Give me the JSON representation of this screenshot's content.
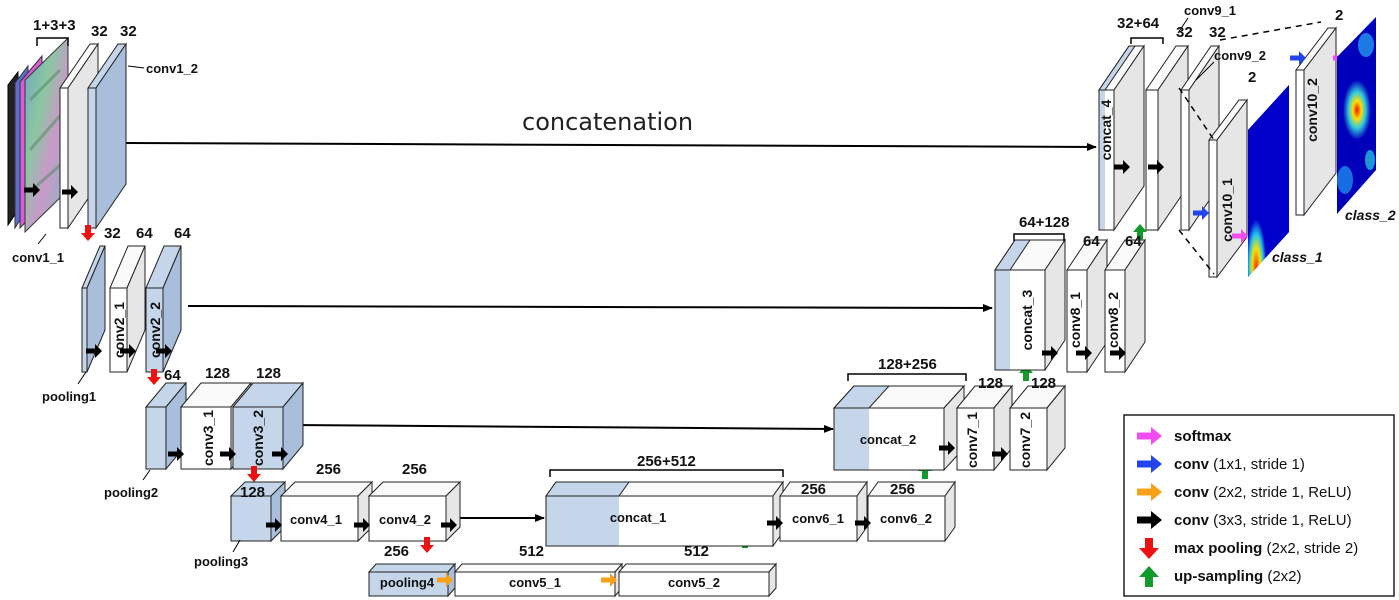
{
  "dims": {
    "input": "1+3+3",
    "conv1_1": "32",
    "conv1_2": "32",
    "pool1": "32",
    "conv2_1": "64",
    "conv2_2": "64",
    "pool2": "64",
    "conv3_1": "128",
    "conv3_2": "128",
    "pool3": "128",
    "conv4_1": "256",
    "conv4_2": "256",
    "pool4": "256",
    "conv5_1": "512",
    "conv5_2": "512",
    "concat_1": "256+512",
    "conv6_1": "256",
    "conv6_2": "256",
    "concat_2": "128+256",
    "conv7_1": "128",
    "conv7_2": "128",
    "concat_3": "64+128",
    "conv8_1": "64",
    "conv8_2": "64",
    "concat_4": "32+64",
    "conv9_1": "32",
    "conv9_2": "32",
    "conv10_1": "2",
    "conv10_2": "2"
  },
  "labels": {
    "conv1_1": "conv1_1",
    "conv1_2": "conv1_2",
    "conv2_1": "conv2_1",
    "conv2_2": "conv2_2",
    "conv3_1": "conv3_1",
    "conv3_2": "conv3_2",
    "conv4_1": "conv4_1",
    "conv4_2": "conv4_2",
    "conv5_1": "conv5_1",
    "conv5_2": "conv5_2",
    "conv6_1": "conv6_1",
    "conv6_2": "conv6_2",
    "conv7_1": "conv7_1",
    "conv7_2": "conv7_2",
    "conv8_1": "conv8_1",
    "conv8_2": "conv8_2",
    "conv9_1": "conv9_1",
    "conv9_2": "conv9_2",
    "conv10_1": "conv10_1",
    "conv10_2": "conv10_2",
    "pooling1": "pooling1",
    "pooling2": "pooling2",
    "pooling3": "pooling3",
    "pooling4": "pooling4",
    "concat_1": "concat_1",
    "concat_2": "concat_2",
    "concat_3": "concat_3",
    "concat_4": "concat_4",
    "concatenation": "concatenation",
    "class_1": "class_1",
    "class_2": "class_2"
  },
  "legend": [
    {
      "bold": "softmax",
      "normal": "",
      "color": "#f04cf0",
      "icon": "arrow-right"
    },
    {
      "bold": "conv",
      "normal": " (1x1, stride 1)",
      "color": "#2244ee",
      "icon": "arrow-right"
    },
    {
      "bold": "conv",
      "normal": " (2x2, stride 1, ReLU)",
      "color": "#f5a11a",
      "icon": "arrow-right"
    },
    {
      "bold": "conv",
      "normal": " (3x3, stride 1, ReLU)",
      "color": "#000000",
      "icon": "arrow-right"
    },
    {
      "bold": "max pooling",
      "normal": " (2x2, stride 2)",
      "color": "#ee1111",
      "icon": "arrow-down"
    },
    {
      "bold": "up-sampling",
      "normal": " (2x2)",
      "color": "#129a2a",
      "icon": "arrow-up"
    }
  ],
  "colors": {
    "block_blue": "#c5d5ea",
    "block_blue_side": "#a9bedb",
    "block_white_side": "#e6e6e6",
    "edge": "#222222"
  }
}
